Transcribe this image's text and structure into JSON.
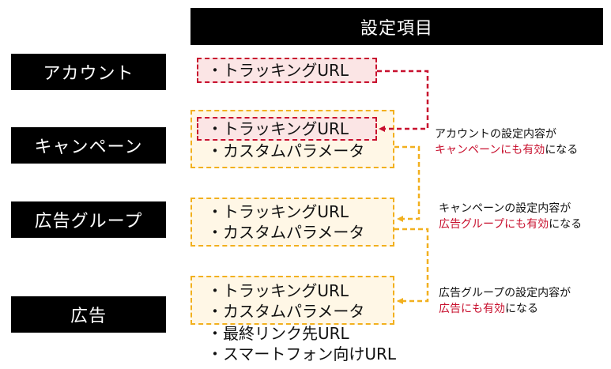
{
  "header": "設定項目",
  "levels": {
    "account": "アカウント",
    "campaign": "キャンペーン",
    "adgroup": "広告グループ",
    "ad": "広告"
  },
  "items": {
    "tracking_url": "・トラッキングURL",
    "custom_param": "・カスタムパラメータ",
    "final_url": "・最終リンク先URL",
    "smartphone_url": "・スマートフォン向けURL"
  },
  "notes": {
    "n1": {
      "line1": "アカウントの設定内容が",
      "line2": "キャンペーンにも有効になる",
      "line2_red": "キャンペーンにも有効",
      "line2_tail": "になる"
    },
    "n2": {
      "line1": "キャンペーンの設定内容が",
      "line2_red": "広告グループにも有効",
      "line2_tail": "になる"
    },
    "n3": {
      "line1": "広告グループの設定内容が",
      "line2_red": "広告にも有効",
      "line2_tail": "になる"
    }
  },
  "colors": {
    "accent_red": "#c8102e",
    "accent_yellow": "#f2b01e",
    "yellow_fill": "#fff7e6",
    "red_fill": "#fbe5e5"
  }
}
